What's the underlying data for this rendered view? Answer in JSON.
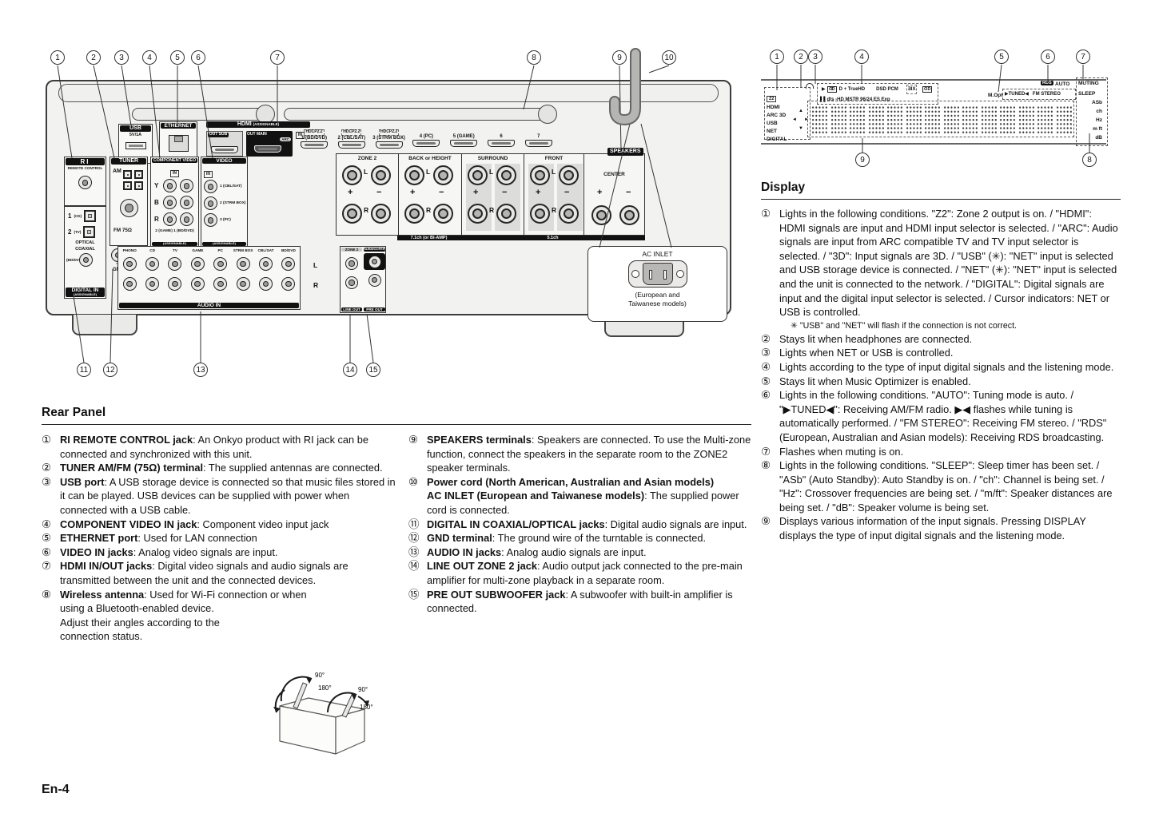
{
  "page": {
    "number": "En-4"
  },
  "rear": {
    "title": "Rear Panel",
    "callouts_top": [
      "1",
      "2",
      "3",
      "4",
      "5",
      "6",
      "7",
      "8",
      "9",
      "10"
    ],
    "callouts_bottom": [
      "11",
      "12",
      "13",
      "14",
      "15"
    ],
    "labels": {
      "ri": "RI",
      "remote": "REMOTE CONTROL",
      "o1": "1",
      "o1s": "(CD)",
      "o2": "2",
      "o2s": "(TV)",
      "optical": "OPTICAL",
      "coaxial": "COAXIAL",
      "coaxs": "(BD/DVD)",
      "digin": "DIGITAL IN",
      "assign": "(ASSIGNABLE)",
      "tuner": "TUNER",
      "am": "AM",
      "fm": "FM 75Ω",
      "gnd": "GND",
      "gndsym": "╧",
      "usb": "USB",
      "usbp": "5V/1A",
      "eth": "ETHERNET",
      "comp": "COMPONENT VIDEO",
      "in": "IN",
      "compb": "2 (GAME)  1 (BD/DVD)",
      "video": "VIDEO",
      "audioin": "AUDIO IN",
      "l": "L",
      "r": "R",
      "zone2": "ZONE 2",
      "sub": "SUBWOOFER",
      "lineout": "LINE OUT",
      "preout": "PRE OUT",
      "spk": "SPEAKERS",
      "ch71": "7.1ch (or BI-AMP)",
      "ch51": "5.1ch",
      "plus": "+",
      "minus": "−",
      "center": "CENTER",
      "ac": "AC INLET",
      "acm1": "(European and",
      "acm2": "Taiwanese models)",
      "hdmi": "HDMI",
      "hassign": "(ASSIGNABLE)",
      "outsub": "OUT SUB",
      "outmain": "OUT MAIN",
      "arc": "ARC",
      "hdcp": "HDCP2.2"
    },
    "hdmi_ports": [
      {
        "n": "1",
        "s": "(BD/DVD)",
        "h": true
      },
      {
        "n": "2",
        "s": "(CBL/SAT)",
        "h": true
      },
      {
        "n": "3",
        "s": "(STRM BOX)",
        "h": true
      },
      {
        "n": "4",
        "s": "(PC)"
      },
      {
        "n": "5",
        "s": "(GAME)"
      },
      {
        "n": "6"
      },
      {
        "n": "7"
      }
    ],
    "component_rows": [
      "Y",
      "B",
      "R"
    ],
    "video_jacks": [
      "1 (CBL/SAT)",
      "2 (STRM BOX)",
      "3 (PC)"
    ],
    "audio_cols": [
      "PHONO",
      "CD",
      "TV",
      "GAME",
      "PC",
      "STRM BOX",
      "CBL/SAT",
      "BD/DVD"
    ],
    "speaker_sections": [
      {
        "name": "ZONE 2"
      },
      {
        "name": "BACK or HEIGHT"
      },
      {
        "name": "SURROUND",
        "shade": true
      },
      {
        "name": "FRONT",
        "shade": true
      },
      {
        "name": "CENTER",
        "centerType": true
      }
    ],
    "angles": [
      "90°",
      "180°",
      "90°",
      "180°"
    ],
    "items_col1": [
      {
        "n": "①",
        "segs": [
          {
            "b": true,
            "t": "RI REMOTE CONTROL jack"
          },
          {
            "t": ": An Onkyo product with RI jack can be connected and synchronized with this unit."
          }
        ]
      },
      {
        "n": "②",
        "segs": [
          {
            "b": true,
            "t": "TUNER AM/FM (75Ω) terminal"
          },
          {
            "t": ": The supplied antennas are connected."
          }
        ]
      },
      {
        "n": "③",
        "segs": [
          {
            "b": true,
            "t": "USB port"
          },
          {
            "t": ": A USB storage device is connected so that music files stored in it can be played. USB devices can be supplied with power when connected with a USB cable."
          }
        ]
      },
      {
        "n": "④",
        "segs": [
          {
            "b": true,
            "t": "COMPONENT VIDEO IN jack"
          },
          {
            "t": ": Component video input jack"
          }
        ]
      },
      {
        "n": "⑤",
        "segs": [
          {
            "b": true,
            "t": "ETHERNET port"
          },
          {
            "t": ": Used for LAN connection"
          }
        ]
      },
      {
        "n": "⑥",
        "segs": [
          {
            "b": true,
            "t": "VIDEO IN jacks"
          },
          {
            "t": ": Analog video signals are input."
          }
        ]
      },
      {
        "n": "⑦",
        "segs": [
          {
            "b": true,
            "t": "HDMI IN/OUT jacks"
          },
          {
            "t": ": Digital video signals and audio signals are transmitted between the unit and the connected devices."
          }
        ]
      },
      {
        "n": "⑧",
        "segs": [
          {
            "b": true,
            "t": "Wireless antenna"
          },
          {
            "t": ": Used for Wi-Fi connection or when"
          },
          {
            "br": true
          },
          {
            "t": "using a Bluetooth-enabled device."
          },
          {
            "br": true
          },
          {
            "t": "Adjust their angles according to the"
          },
          {
            "br": true
          },
          {
            "t": "connection status."
          }
        ],
        "fig": "antenna-angles"
      }
    ],
    "items_col2": [
      {
        "n": "⑨",
        "segs": [
          {
            "b": true,
            "t": "SPEAKERS terminals"
          },
          {
            "t": ": Speakers are connected. To use the Multi-zone function, connect the speakers in the separate room to the ZONE2 speaker terminals."
          }
        ]
      },
      {
        "n": "⑩",
        "segs": [
          {
            "b": true,
            "t": "Power cord (North American, Australian and Asian models)"
          },
          {
            "br": true
          },
          {
            "b": true,
            "t": "AC INLET (European and Taiwanese models)"
          },
          {
            "t": ": The supplied power cord is connected."
          }
        ]
      },
      {
        "n": "⑪",
        "segs": [
          {
            "b": true,
            "t": "DIGITAL IN COAXIAL/OPTICAL jacks"
          },
          {
            "t": ": Digital audio signals are input."
          }
        ]
      },
      {
        "n": "⑫",
        "segs": [
          {
            "b": true,
            "t": "GND terminal"
          },
          {
            "t": ": The ground wire of the turntable is connected."
          }
        ]
      },
      {
        "n": "⑬",
        "segs": [
          {
            "b": true,
            "t": "AUDIO IN jacks"
          },
          {
            "t": ": Analog audio signals are input."
          }
        ]
      },
      {
        "n": "⑭",
        "segs": [
          {
            "b": true,
            "t": "LINE OUT ZONE 2 jack"
          },
          {
            "t": ": Audio output jack connected to the pre-main amplifier for multi-zone playback in a separate room."
          }
        ]
      },
      {
        "n": "⑮",
        "segs": [
          {
            "b": true,
            "t": "PRE OUT SUBWOOFER jack"
          },
          {
            "t": ": A subwoofer with built-in amplifier is connected."
          }
        ]
      }
    ]
  },
  "display": {
    "title": "Display",
    "callouts_top": [
      "1",
      "2",
      "3",
      "4",
      "5",
      "6",
      "7"
    ],
    "callouts_bottom": [
      "9",
      "8"
    ],
    "panel": {
      "z2": "Z2",
      "left_indicators": [
        "HDMI",
        "ARC 3D",
        "USB",
        "NET",
        "DIGITAL"
      ],
      "cur_up": "▲",
      "cur_left": "◄",
      "cur_right": "►",
      "cur_down": "▼",
      "fmt1": [
        {
          "t": "▶"
        },
        {
          "dd": true
        },
        {
          "t": "D + TrueHD"
        },
        {
          "t": "DSD PCM",
          "gap": 14
        },
        {
          "t": "ƎIX",
          "gap": 10,
          "dash": true
        },
        {
          "dd": true,
          "gap": 7
        }
      ],
      "fmt2": "▌▌dts -HD MSTR 96/24 ES Exp",
      "mopt": "M.Opt",
      "tuned": "▶TUNED◀",
      "fmst": "FM STEREO",
      "rds": "RDS",
      "auto": "AUTO",
      "muting": "MUTING",
      "sleep": "SLEEP",
      "right_col": [
        "ASb",
        "ch",
        "Hz",
        "m ft",
        "dB"
      ]
    },
    "items": [
      {
        "n": "①",
        "segs": [
          {
            "t": "Lights in the following conditions. \"Z2\": Zone 2 output is on. / \"HDMI\": HDMI signals are input and HDMI input selector is selected. / \"ARC\": Audio signals are input from ARC compatible TV and TV input selector is selected. / \"3D\": Input signals are 3D. / \"USB\" (✳): \"NET\" input is selected and USB storage device is connected. / \"NET\" (✳): \"NET\" input is selected and the unit is connected to the network. / \"DIGITAL\": Digital signals are input and the digital input selector is selected. / Cursor indicators: NET or USB is controlled."
          }
        ],
        "note": "✳ \"USB\" and \"NET\" will flash if the connection is not correct."
      },
      {
        "n": "②",
        "segs": [
          {
            "t": "Stays lit when headphones are connected."
          }
        ]
      },
      {
        "n": "③",
        "segs": [
          {
            "t": "Lights when NET or USB is controlled."
          }
        ]
      },
      {
        "n": "④",
        "segs": [
          {
            "t": "Lights according to the type of input digital signals and the listening mode."
          }
        ]
      },
      {
        "n": "⑤",
        "segs": [
          {
            "t": "Stays lit when Music Optimizer is enabled."
          }
        ]
      },
      {
        "n": "⑥",
        "segs": [
          {
            "t": "Lights in the following conditions. \"AUTO\": Tuning mode is auto. / \"▶TUNED◀\": Receiving AM/FM radio. ▶◀ flashes while tuning is automatically performed. / \"FM STEREO\": Receiving FM stereo. / \"RDS\" (European, Australian and Asian models): Receiving RDS broadcasting."
          }
        ]
      },
      {
        "n": "⑦",
        "segs": [
          {
            "t": "Flashes when muting is on."
          }
        ]
      },
      {
        "n": "⑧",
        "segs": [
          {
            "t": "Lights in the following conditions. \"SLEEP\": Sleep timer has been set. / \"ASb\" (Auto Standby): Auto Standby is on. / \"ch\": Channel is being set. / \"Hz\": Crossover frequencies are being set. / \"m/ft\": Speaker distances are being set. / \"dB\": Speaker volume is being set."
          }
        ]
      },
      {
        "n": "⑨",
        "segs": [
          {
            "t": "Displays various information of the input signals. Pressing DISPLAY displays the type of input digital signals and the listening mode."
          }
        ]
      }
    ]
  }
}
